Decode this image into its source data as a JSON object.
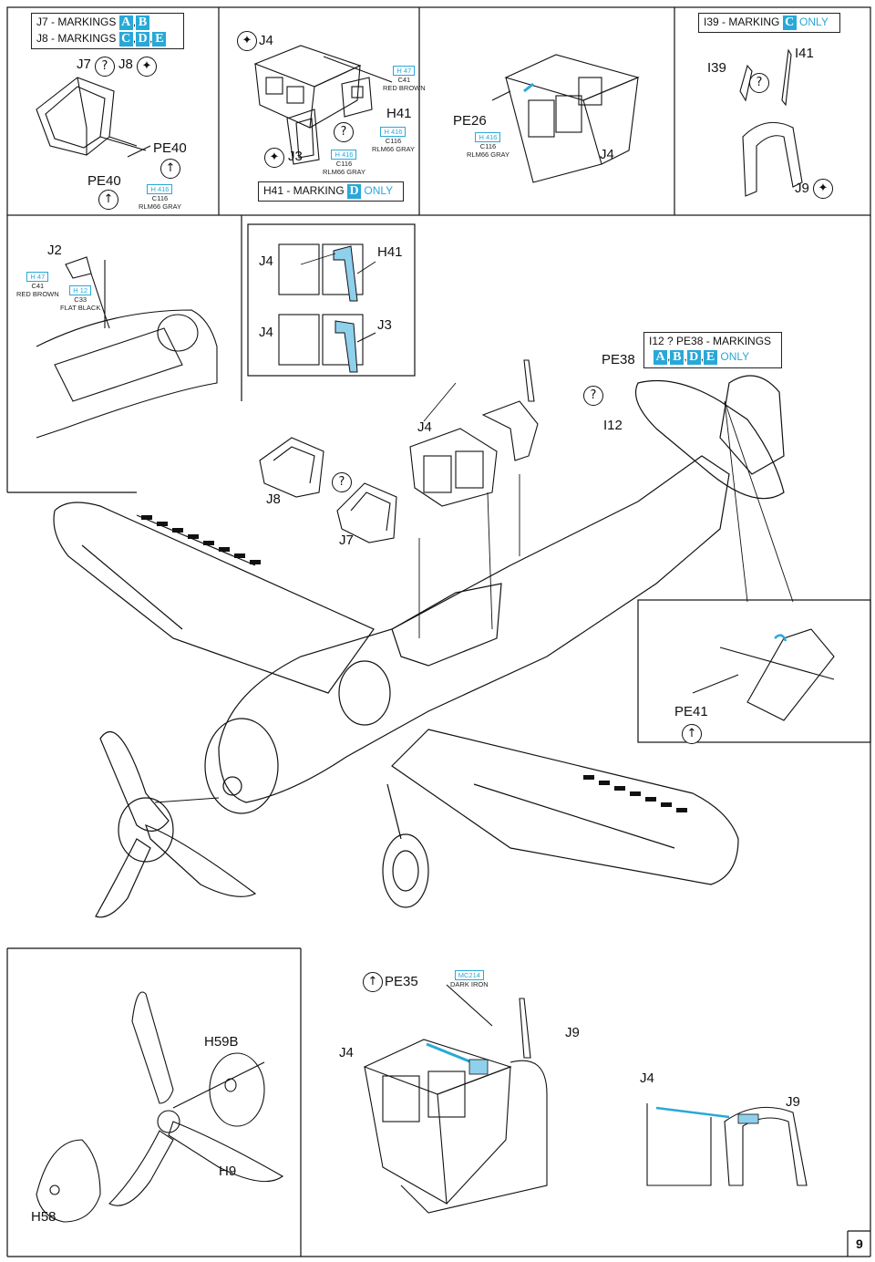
{
  "legend_top_left": {
    "line1_prefix": "J7 - MARKINGS",
    "line1_marks": [
      "A",
      "B"
    ],
    "line2_prefix": "J8 - MARKINGS",
    "line2_marks": [
      "C",
      "D",
      "E"
    ]
  },
  "legend_top_right": {
    "prefix": "I39 - MARKING",
    "mark": "C",
    "suffix": "ONLY"
  },
  "legend_h41": {
    "prefix": "H41 - MARKING",
    "mark": "D",
    "suffix": "ONLY"
  },
  "legend_i12": {
    "prefix": "I12 ? PE38 - MARKINGS",
    "marks": [
      "A",
      "B",
      "D",
      "E"
    ],
    "suffix": "ONLY"
  },
  "colors": {
    "accent": "#29a8d8",
    "line": "#111111"
  },
  "symbols": {
    "question": "?",
    "bend": "↑",
    "star": "✦"
  },
  "paint": {
    "h47": {
      "code": "H 47",
      "mix": "C41",
      "name": "RED BROWN"
    },
    "h416": {
      "code": "H 416",
      "mix": "C116",
      "name": "RLM66 GRAY"
    },
    "h12": {
      "code": "H 12",
      "mix": "C33",
      "name": "FLAT BLACK"
    },
    "mc214": {
      "code": "MC214",
      "name": "DARK IRON"
    }
  },
  "parts": {
    "j7": "J7",
    "j8": "J8",
    "j4": "J4",
    "j3": "J3",
    "h41": "H41",
    "pe40": "PE40",
    "pe26": "PE26",
    "i39": "I39",
    "i41": "I41",
    "j9": "J9",
    "j2": "J2",
    "pe38": "PE38",
    "i12": "I12",
    "pe41": "PE41",
    "pe35": "PE35",
    "h59b": "H59B",
    "h9": "H9",
    "h58": "H58"
  },
  "page_number": "9"
}
